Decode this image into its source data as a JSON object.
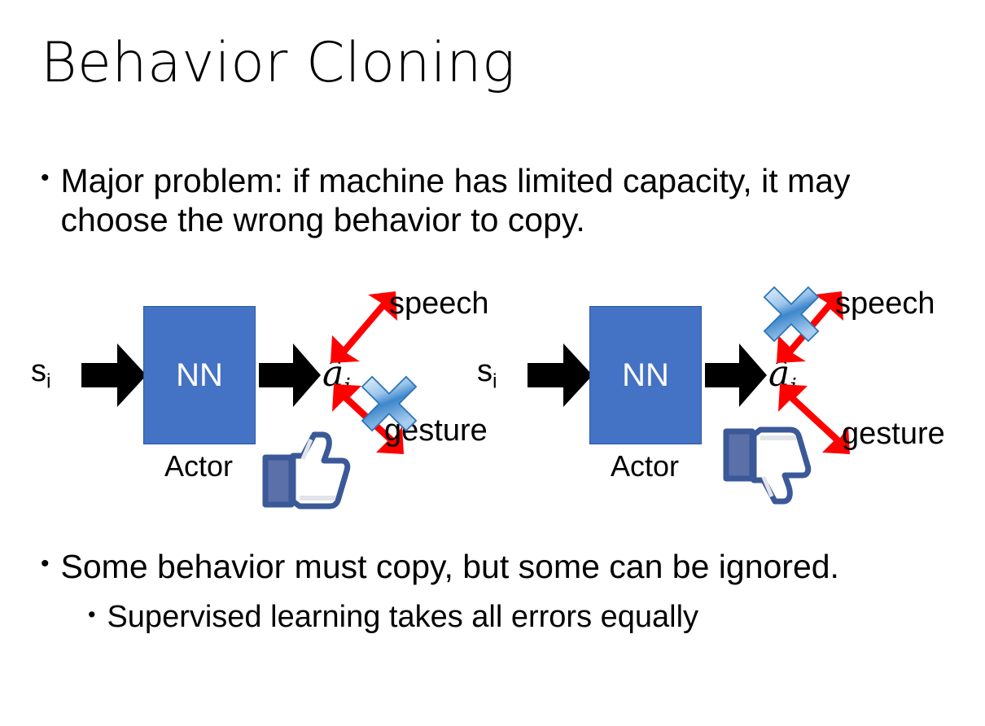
{
  "slide": {
    "title": "Behavior Cloning",
    "background_color": "#FFFFFF",
    "bullets": [
      {
        "marker": "•",
        "text": "Major problem: if machine has limited capacity, it may choose the wrong behavior to copy.",
        "level": 1
      },
      {
        "marker": "•",
        "text": "Some behavior must copy, but some can be ignored.",
        "level": 1
      },
      {
        "marker": "•",
        "text": "Supervised learning takes all errors equally",
        "level": 2
      }
    ]
  },
  "colors": {
    "nn_box_fill": "#4472C4",
    "nn_box_border": "#2E55A3",
    "arrow_black": "#000000",
    "arrow_red": "#FF0000",
    "cross_blue_light": "#C9E0F7",
    "cross_blue_mid": "#5B9BD5",
    "cross_blue_dark": "#2E75B6",
    "thumb_blue": "#3B5998",
    "text_black": "#000000"
  },
  "diagrams": [
    {
      "id": "left",
      "input_label": "s",
      "input_subscript": "i",
      "box_label": "NN",
      "box_caption": "Actor",
      "output_label": "â",
      "output_subscript": "i",
      "branches": [
        {
          "name": "speech",
          "label": "speech",
          "crossed_out": false
        },
        {
          "name": "gesture",
          "label": "gesture",
          "crossed_out": true
        }
      ],
      "verdict_icon": "thumbs-up-icon",
      "verdict": "good"
    },
    {
      "id": "right",
      "input_label": "s",
      "input_subscript": "i",
      "box_label": "NN",
      "box_caption": "Actor",
      "output_label": "â",
      "output_subscript": "i",
      "branches": [
        {
          "name": "speech",
          "label": "speech",
          "crossed_out": true
        },
        {
          "name": "gesture",
          "label": "gesture",
          "crossed_out": false
        }
      ],
      "verdict_icon": "thumbs-down-icon",
      "verdict": "bad"
    }
  ]
}
